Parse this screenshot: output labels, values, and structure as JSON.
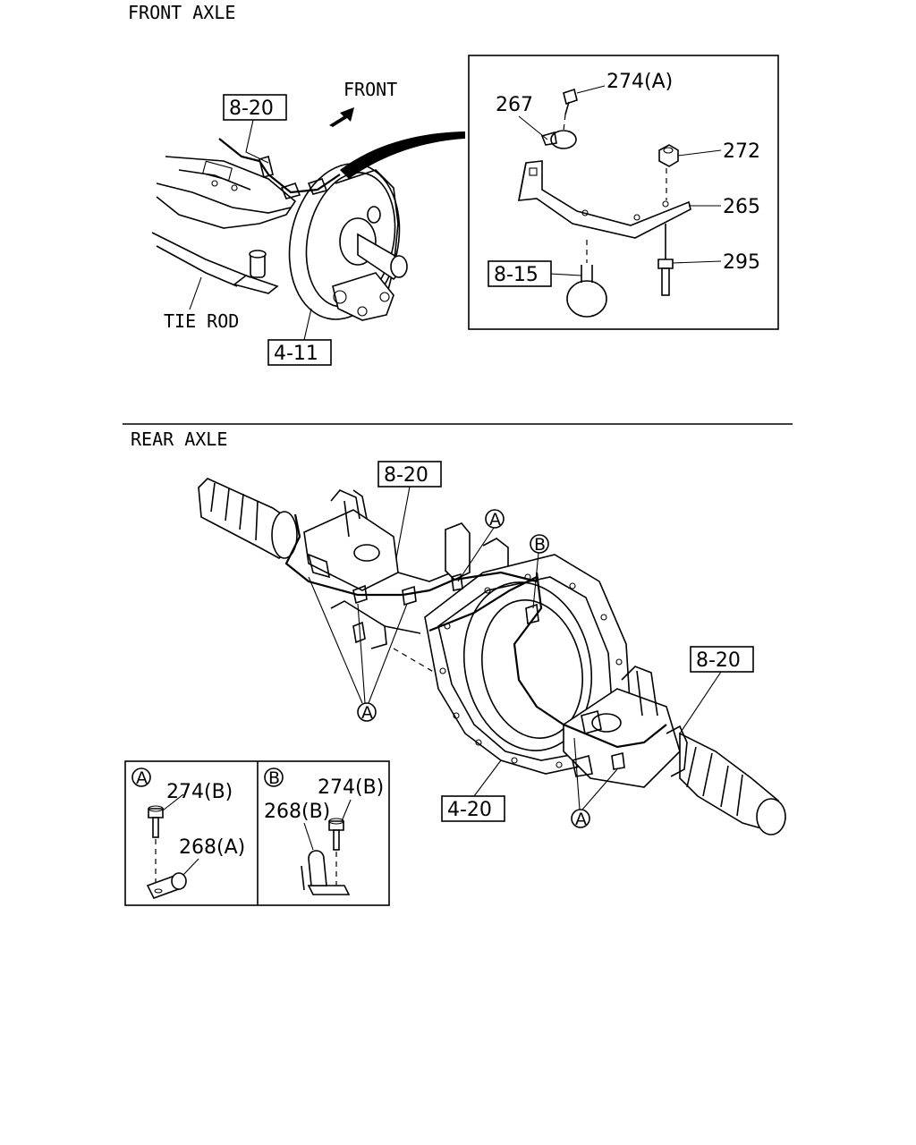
{
  "front": {
    "section_label": "FRONT AXLE",
    "direction_label": "FRONT",
    "tie_rod_label": "TIE ROD",
    "ref_8_20": "8-20",
    "ref_4_11": "4-11",
    "detail": {
      "p274a": "274(A)",
      "p267": "267",
      "p272": "272",
      "p265": "265",
      "p295": "295",
      "ref_8_15": "8-15"
    }
  },
  "rear": {
    "section_label": "REAR AXLE",
    "ref_8_20_left": "8-20",
    "ref_8_20_right": "8-20",
    "ref_4_20": "4-20",
    "callout_a": "A",
    "callout_b": "B",
    "inset": {
      "a_letter": "A",
      "a_bolt": "274(B)",
      "a_clip": "268(A)",
      "b_letter": "B",
      "b_bolt": "274(B)",
      "b_clip": "268(B)"
    }
  }
}
